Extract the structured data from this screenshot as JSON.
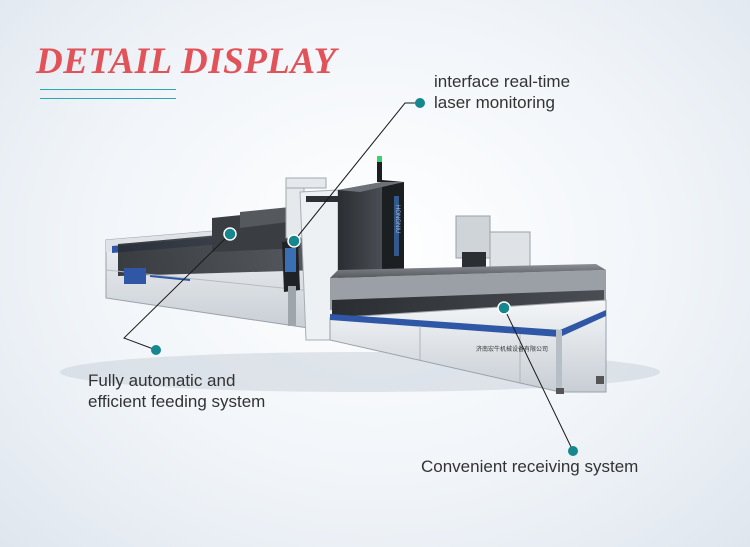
{
  "heading": {
    "title": "DETAIL DISPLAY"
  },
  "callouts": {
    "monitoring": {
      "line1": "interface real-time",
      "line2": "laser monitoring"
    },
    "feeding": {
      "line1": "Fully automatic and",
      "line2": "efficient feeding system"
    },
    "receiving": {
      "line1": "Convenient receiving system"
    }
  },
  "machine": {
    "side_panel_text": "HONGNIU",
    "plate_text": "济南宏牛机械设备有限公司"
  },
  "colors": {
    "title": "#e15259",
    "accent": "#2aa6b4",
    "marker": "#16868f",
    "stripe": "#2f57a6"
  }
}
